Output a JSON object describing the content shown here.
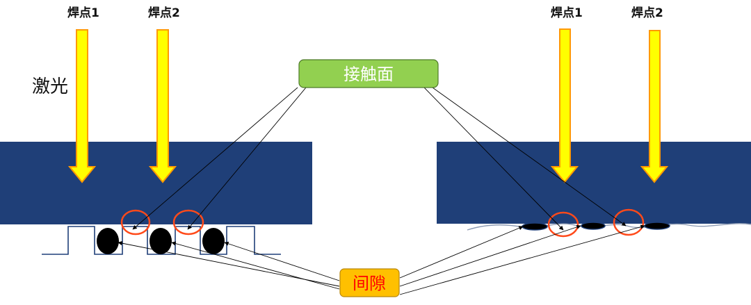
{
  "labels": {
    "laser": "激光",
    "weld_point_1": "焊点1",
    "weld_point_2": "焊点2",
    "contact_surface": "接触面",
    "gap": "间隙"
  },
  "colors": {
    "plate": "#1f3f78",
    "arrow_fill": "#ffff00",
    "arrow_stroke": "#ff9900",
    "circle": "#ff4a1a",
    "contact_box": "#92d050",
    "gap_box": "#ffc000",
    "gap_text": "#ff0000",
    "line": "#000000"
  }
}
